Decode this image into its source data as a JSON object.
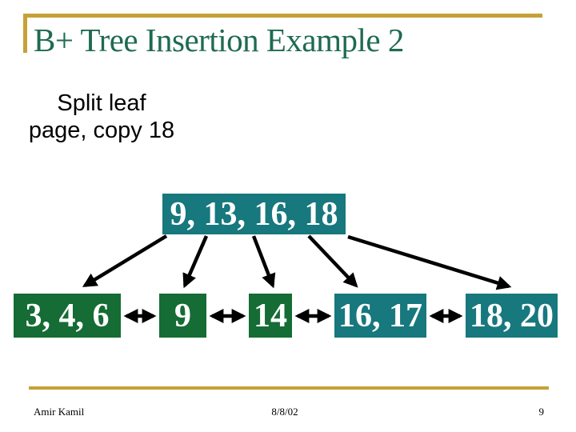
{
  "slide": {
    "title": "B+ Tree Insertion Example 2",
    "subtitle": {
      "line1": "Split leaf",
      "line2": "page, copy 18"
    },
    "footer": {
      "author": "Amir Kamil",
      "date": "8/8/02",
      "page_number": "9"
    }
  },
  "tree": {
    "root": {
      "label": "9, 13, 16, 18",
      "color": "node_teal"
    },
    "leaves": [
      {
        "label": "3, 4, 6",
        "color": "node_green"
      },
      {
        "label": "9",
        "color": "node_green"
      },
      {
        "label": "14",
        "color": "node_green"
      },
      {
        "label": "16, 17",
        "color": "node_teal"
      },
      {
        "label": "18, 20",
        "color": "node_teal"
      }
    ],
    "links": [
      "root → 3, 4, 6",
      "root → 9",
      "root → 14",
      "root → 16, 17",
      "root → 18, 20",
      "3, 4, 6 ↔ 9",
      "9 ↔ 14",
      "14 ↔ 16, 17",
      "16, 17 ↔ 18, 20"
    ]
  },
  "colors": {
    "gold": "#C6A136",
    "title_green": "#1E6B4F",
    "node_teal": "#17787E",
    "node_green": "#156C34",
    "node_text": "#FFFFFF",
    "arrow": "#000000",
    "body_text": "#000000"
  }
}
